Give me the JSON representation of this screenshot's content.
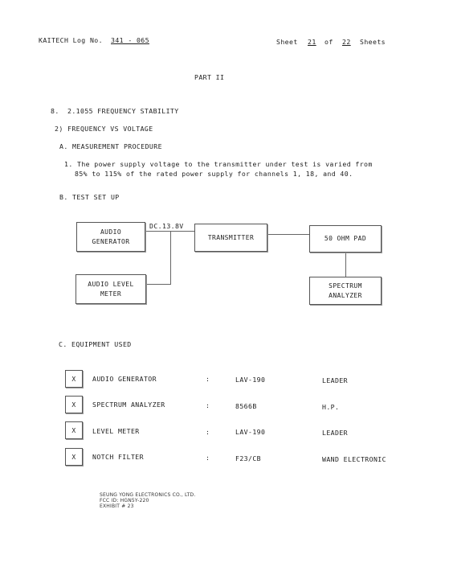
{
  "header": {
    "log_label": "KAITECH Log No.",
    "log_number": "341 - 065",
    "sheet_label": "Sheet",
    "sheet_number": "21",
    "of_label": "of",
    "total_sheets": "22",
    "sheets_label": "Sheets"
  },
  "part_title": "PART II",
  "section": {
    "number": "8.",
    "title": "2.1055 FREQUENCY STABILITY",
    "subtitle": "2) FREQUENCY VS VOLTAGE"
  },
  "procedure": {
    "heading": "A. MEASUREMENT PROCEDURE",
    "line1": "1. The power supply voltage to the transmitter under test is varied from",
    "line2": "85% to 115% of the rated power supply for channels 1, 18, and 40."
  },
  "setup": {
    "heading": "B. TEST SET UP",
    "dc_label": "DC.13.8V",
    "boxes": {
      "audio_generator": [
        "AUDIO",
        "GENERATOR"
      ],
      "transmitter": [
        "TRANSMITTER"
      ],
      "ohm_pad": [
        "50 OHM PAD"
      ],
      "audio_level_meter": [
        "AUDIO LEVEL",
        "METER"
      ],
      "spectrum_analyzer": [
        "SPECTRUM",
        "ANALYZER"
      ]
    }
  },
  "equipment": {
    "heading": "C. EQUIPMENT USED",
    "rows": [
      {
        "check": "X",
        "name": "AUDIO GENERATOR",
        "sep": ":",
        "model": "LAV-190",
        "maker": "LEADER"
      },
      {
        "check": "X",
        "name": "SPECTRUM ANALYZER",
        "sep": ":",
        "model": "8566B",
        "maker": "H.P."
      },
      {
        "check": "X",
        "name": "LEVEL METER",
        "sep": ":",
        "model": "LAV-190",
        "maker": "LEADER"
      },
      {
        "check": "X",
        "name": "NOTCH FILTER",
        "sep": ":",
        "model": "F23/CB",
        "maker": "WAND ELECTRONIC"
      }
    ]
  },
  "footer": {
    "line1": "SEUNG YONG ELECTRONICS CO., LTD.",
    "line2": "FCC ID: HGN5Y-220",
    "line3": "EXHIBIT # 23"
  }
}
